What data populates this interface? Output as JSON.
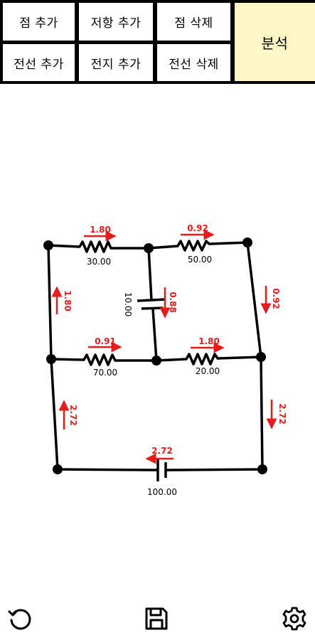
{
  "toolbar": {
    "add_point": "점 추가",
    "add_resistor": "저항 추가",
    "delete_point": "점 삭제",
    "add_wire": "전선 추가",
    "add_battery": "전지 추가",
    "delete_wire": "전선 삭제",
    "analyze": "분석"
  },
  "circuit": {
    "resistors": [
      {
        "id": "r1",
        "value": "30.00",
        "current": "1.80"
      },
      {
        "id": "r2",
        "value": "50.00",
        "current": "0.92"
      },
      {
        "id": "r3",
        "value": "70.00",
        "current": "0.91"
      },
      {
        "id": "r4",
        "value": "20.00",
        "current": "1.80"
      }
    ],
    "batteries": [
      {
        "id": "b1",
        "value": "10.00",
        "current": "0.88"
      },
      {
        "id": "b2",
        "value": "100.00",
        "current": "2.72"
      }
    ],
    "wires": [
      {
        "id": "w-left-top",
        "current": "1.80"
      },
      {
        "id": "w-right-top",
        "current": "0.92"
      },
      {
        "id": "w-left-bottom",
        "current": "2.72"
      },
      {
        "id": "w-right-bottom",
        "current": "2.72"
      }
    ]
  },
  "colors": {
    "current": "#e51c1c",
    "wire": "#000000",
    "analyze_bg": "#fff6c5"
  },
  "icons": {
    "undo": "undo-icon",
    "save": "save-icon",
    "settings": "gear-icon"
  }
}
